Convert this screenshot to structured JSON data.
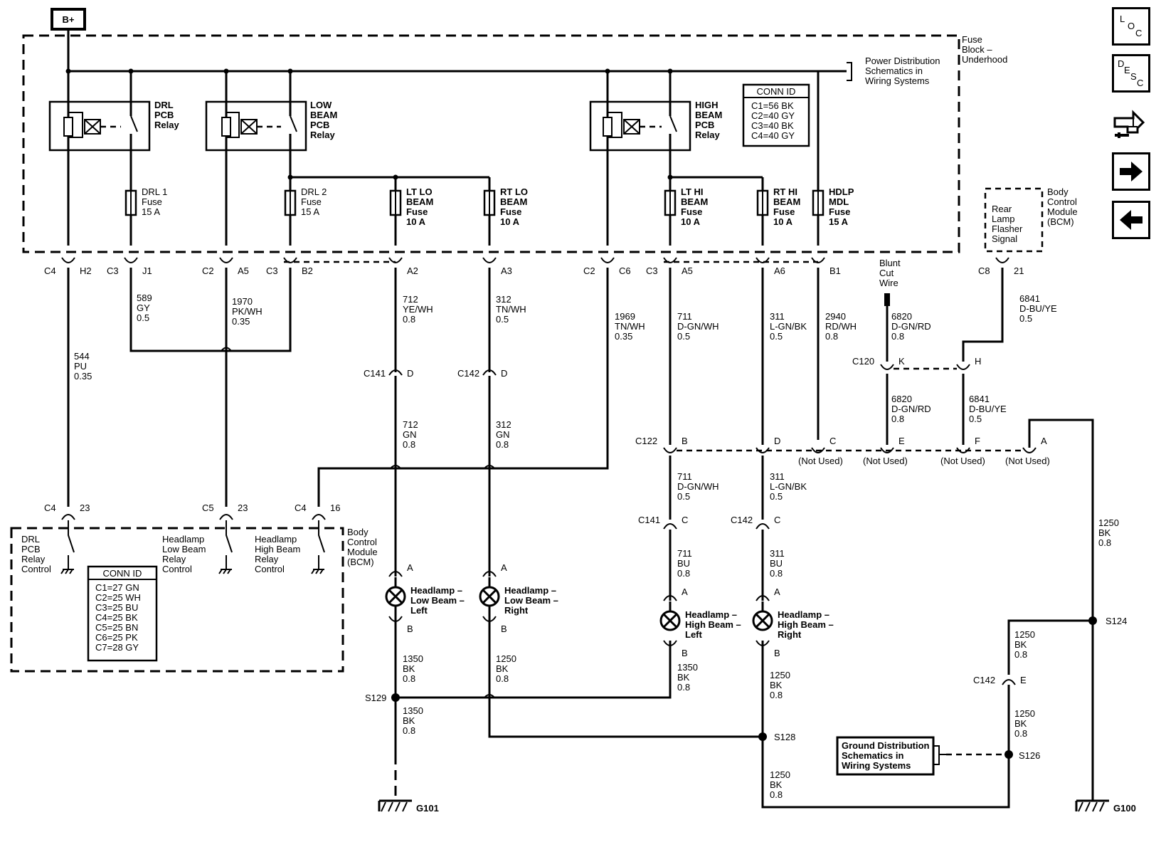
{
  "power": {
    "label": "B+"
  },
  "fuse_block": {
    "label_lines": [
      "Fuse",
      "Block –",
      "Underhood"
    ]
  },
  "power_dist_ref": {
    "lines": [
      "Power Distribution",
      "Schematics in",
      "Wiring Systems"
    ]
  },
  "conn_id_fuse": {
    "title": "CONN ID",
    "rows": [
      "C1=56 BK",
      "C2=40 GY",
      "C3=40 BK",
      "C4=40 GY"
    ]
  },
  "conn_id_bcm": {
    "title": "CONN ID",
    "rows": [
      "C1=27 GN",
      "C2=25 WH",
      "C3=25 BU",
      "C4=25 BK",
      "C5=25 BN",
      "C6=25 PK",
      "C7=28 GY"
    ]
  },
  "relays": {
    "drl": [
      "DRL",
      "PCB",
      "Relay"
    ],
    "low": [
      "LOW",
      "BEAM",
      "PCB",
      "Relay"
    ],
    "high": [
      "HIGH",
      "BEAM",
      "PCB",
      "Relay"
    ]
  },
  "fuses": {
    "drl1": [
      "DRL 1",
      "Fuse",
      "15 A"
    ],
    "drl2": [
      "DRL 2",
      "Fuse",
      "15 A"
    ],
    "lt_lo": [
      "LT LO",
      "BEAM",
      "Fuse",
      "10 A"
    ],
    "rt_lo": [
      "RT LO",
      "BEAM",
      "Fuse",
      "10 A"
    ],
    "lt_hi": [
      "LT HI",
      "BEAM",
      "Fuse",
      "10 A"
    ],
    "rt_hi": [
      "RT HI",
      "BEAM",
      "Fuse",
      "10 A"
    ],
    "hdlp": [
      "HDLP",
      "MDL",
      "Fuse",
      "15 A"
    ]
  },
  "connector_labels": {
    "c4": "C4",
    "h2": "H2",
    "c3a": "C3",
    "j1": "J1",
    "c2a": "C2",
    "a5a": "A5",
    "c3b": "C3",
    "b2": "B2",
    "a2": "A2",
    "a3": "A3",
    "c2b": "C2",
    "c6": "C6",
    "c3c": "C3",
    "a5b": "A5",
    "a6": "A6",
    "b1": "B1",
    "c8": "C8",
    "p21": "21"
  },
  "wires": {
    "w589": [
      "589",
      "GY",
      "0.5"
    ],
    "w1970": [
      "1970",
      "PK/WH",
      "0.35"
    ],
    "w712a": [
      "712",
      "YE/WH",
      "0.8"
    ],
    "w312a": [
      "312",
      "TN/WH",
      "0.5"
    ],
    "w1969": [
      "1969",
      "TN/WH",
      "0.35"
    ],
    "w711a": [
      "711",
      "D-GN/WH",
      "0.5"
    ],
    "w311a": [
      "311",
      "L-GN/BK",
      "0.5"
    ],
    "w2940": [
      "2940",
      "RD/WH",
      "0.8"
    ],
    "w6820a": [
      "6820",
      "D-GN/RD",
      "0.8"
    ],
    "w6841a": [
      "6841",
      "D-BU/YE",
      "0.5"
    ],
    "w544": [
      "544",
      "PU",
      "0.35"
    ],
    "w712b": [
      "712",
      "GN",
      "0.8"
    ],
    "w312b": [
      "312",
      "GN",
      "0.8"
    ],
    "w6820b": [
      "6820",
      "D-GN/RD",
      "0.8"
    ],
    "w6841b": [
      "6841",
      "D-BU/YE",
      "0.5"
    ],
    "w711b": [
      "711",
      "D-GN/WH",
      "0.5"
    ],
    "w311b": [
      "311",
      "L-GN/BK",
      "0.5"
    ],
    "w711c": [
      "711",
      "BU",
      "0.8"
    ],
    "w311c": [
      "311",
      "BU",
      "0.8"
    ],
    "w1350a": [
      "1350",
      "BK",
      "0.8"
    ],
    "w1250a": [
      "1250",
      "BK",
      "0.8"
    ],
    "w1350b": [
      "1350",
      "BK",
      "0.8"
    ],
    "w1250b": [
      "1250",
      "BK",
      "0.8"
    ],
    "w1350c": [
      "1350",
      "BK",
      "0.8"
    ],
    "w1250c": [
      "1250",
      "BK",
      "0.8"
    ],
    "w1250d": [
      "1250",
      "BK",
      "0.8"
    ],
    "w1250e": [
      "1250",
      "BK",
      "0.8"
    ],
    "w1250f": [
      "1250",
      "BK",
      "0.8"
    ]
  },
  "blunt_cut": [
    "Blunt",
    "Cut",
    "Wire"
  ],
  "bcm_top": {
    "label": [
      "Body",
      "Control",
      "Module",
      "(BCM)"
    ],
    "inner": [
      "Rear",
      "Lamp",
      "Flasher",
      "Signal"
    ]
  },
  "c120": {
    "label": "C120",
    "k": "K",
    "h": "H"
  },
  "c141_top": {
    "label": "C141",
    "pin": "D"
  },
  "c142_top": {
    "label": "C142",
    "pin": "D"
  },
  "c122": {
    "label": "C122",
    "pins": [
      "B",
      "D",
      "C",
      "E",
      "F",
      "A"
    ],
    "not_used": "(Not Used)"
  },
  "bcm_bottom": {
    "label": [
      "Body",
      "Control",
      "Module",
      "(BCM)"
    ],
    "drl": [
      "DRL",
      "PCB",
      "Relay",
      "Control"
    ],
    "low": [
      "Headlamp",
      "Low Beam",
      "Relay",
      "Control"
    ],
    "high": [
      "Headlamp",
      "High Beam",
      "Relay",
      "Control"
    ],
    "conns": [
      "C4",
      "23",
      "C5",
      "23",
      "C4",
      "16"
    ]
  },
  "c141_mid": {
    "label": "C141",
    "pin": "C"
  },
  "c142_mid": {
    "label": "C142",
    "pin": "C"
  },
  "c142_right": {
    "label": "C142",
    "pin": "E"
  },
  "headlamps": {
    "ll": [
      "Headlamp –",
      "Low Beam –",
      "Left"
    ],
    "lr": [
      "Headlamp –",
      "Low Beam –",
      "Right"
    ],
    "hl": [
      "Headlamp –",
      "High Beam –",
      "Left"
    ],
    "hr": [
      "Headlamp –",
      "High Beam –",
      "Right"
    ],
    "pin_a": "A",
    "pin_b": "B"
  },
  "splices": {
    "s129": "S129",
    "s128": "S128",
    "s124": "S124",
    "s126": "S126"
  },
  "grounds": {
    "g101": "G101",
    "g100": "G100"
  },
  "ground_dist_ref": [
    "Ground Distribution",
    "Schematics in",
    "Wiring Systems"
  ],
  "nav": {
    "loc": [
      "L",
      "O",
      "C"
    ],
    "desc": [
      "D",
      "E",
      "S",
      "C"
    ]
  }
}
